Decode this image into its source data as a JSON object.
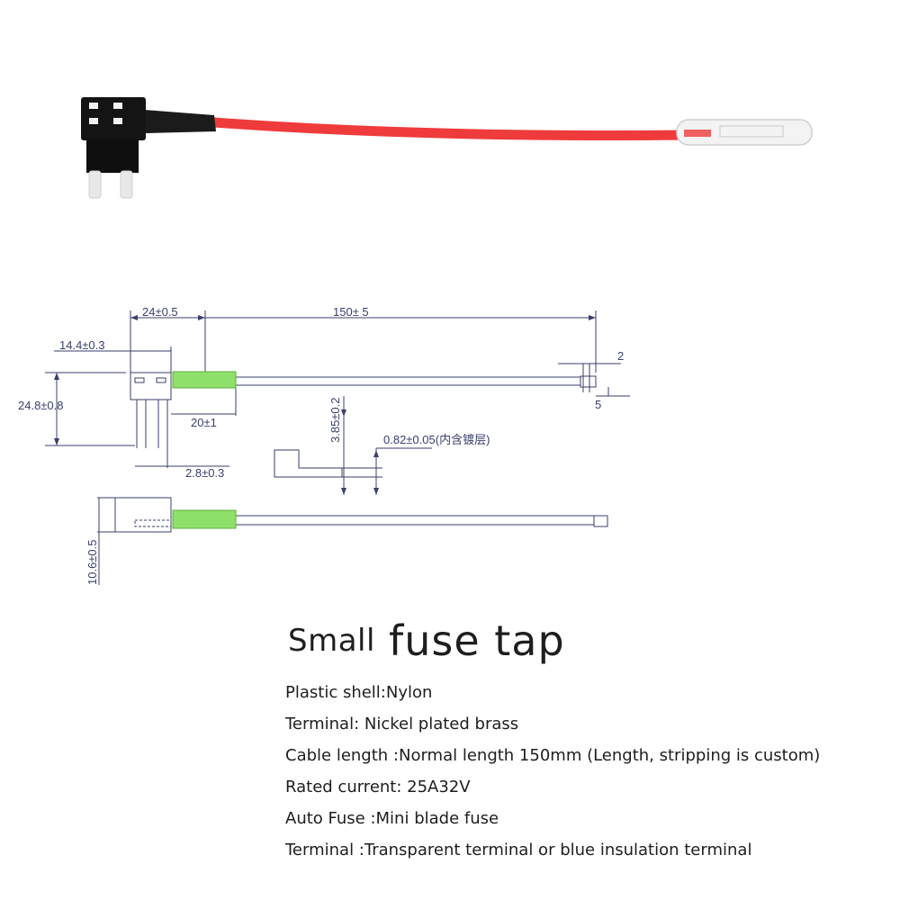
{
  "colors": {
    "cable_red": "#ef3b3b",
    "fuse_black": "#141414",
    "drawing_line": "#3a3f6e",
    "terminal_green": "#8fe06a"
  },
  "diagram": {
    "dim_24": "24±0.5",
    "dim_150": "150± 5",
    "dim_144": "14.4±0.3",
    "dim_248": "24.8±0.8",
    "dim_2": "2",
    "dim_5": "5",
    "dim_20": "20±1",
    "dim_385": "3.85±0.2",
    "dim_082": "0.82±0.05(内含镀层)",
    "dim_28": "2.8±0.3",
    "dim_106": "10.6±0.5"
  },
  "title": {
    "small": "Small",
    "main": "fuse tap"
  },
  "specs": [
    "Plastic shell:Nylon",
    "Terminal: Nickel plated brass",
    "Cable length :Normal length 150mm (Length, stripping is custom)",
    "Rated current: 25A32V",
    "Auto Fuse :Mini blade fuse",
    "Terminal :Transparent terminal or blue insulation terminal"
  ]
}
